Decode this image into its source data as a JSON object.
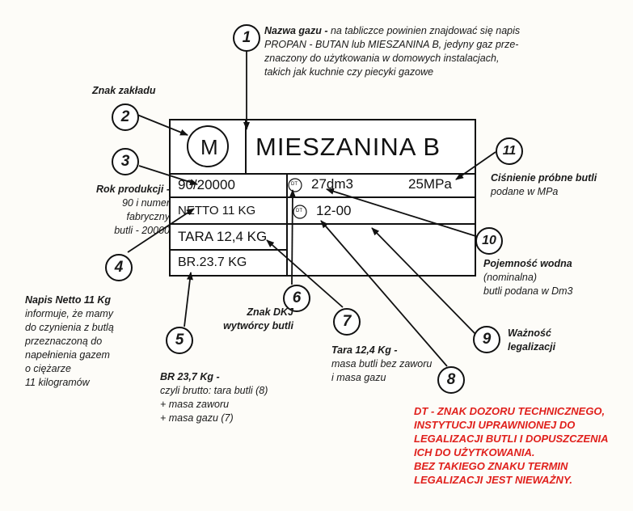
{
  "plate": {
    "logo_letter": "M",
    "gas_name": "MIESZANINA B",
    "row1_left": "90/20000",
    "dt1": "DT",
    "capacity": "27dm3",
    "pressure": "25MPa",
    "row2_left": "NETTO 11 KG",
    "dt2": "DT",
    "validity": "12-00",
    "row3_left": "TARA 12,4 KG",
    "row4_left": "BR.23.7 KG"
  },
  "callouts": {
    "c1": {
      "num": "1",
      "title": "Nazwa gazu -",
      "text1": " na tabliczce powinien znajdować się napis",
      "text2": "PROPAN - BUTAN lub MIESZANINA B, jedyny gaz prze-",
      "text3": "znaczony do użytkowania w domowych instalacjach,",
      "text4": "takich jak kuchnie czy piecyki gazowe"
    },
    "c2": {
      "num": "2",
      "title": "Znak zakładu"
    },
    "c3": {
      "num": "3",
      "title": "Rok produkcji -",
      "text1": "90 i numer",
      "text2": "fabryczny",
      "text3": "butli - 20000"
    },
    "c4": {
      "num": "4",
      "title": "Napis Netto 11 Kg",
      "text1": "informuje, że mamy",
      "text2": "do czynienia z butlą",
      "text3": "przeznaczoną do",
      "text4": "napełnienia gazem",
      "text5": "o ciężarze",
      "text6": "11 kilogramów"
    },
    "c5": {
      "num": "5",
      "title": "BR 23,7 Kg -",
      "text1": "czyli brutto: tara butli (8)",
      "text2": "+ masa zaworu",
      "text3": "+ masa gazu (7)"
    },
    "c6": {
      "num": "6",
      "title1": "Znak DKJ",
      "title2": "wytwórcy butli"
    },
    "c7": {
      "num": "7",
      "title": "Tara 12,4 Kg -",
      "text1": "masa butli bez zaworu",
      "text2": "i masa gazu"
    },
    "c8": {
      "num": "8"
    },
    "c9": {
      "num": "9",
      "title1": "Ważność",
      "title2": "legalizacji"
    },
    "c10": {
      "num": "10",
      "title": "Pojemność wodna",
      "text1": "(nominalna)",
      "text2": "butli podana w Dm3"
    },
    "c11": {
      "num": "11",
      "title": "Ciśnienie próbne butli",
      "text1": "podane w MPa"
    }
  },
  "note": {
    "line1": "DT - ZNAK DOZORU TECHNICZNEGO,",
    "line2": "INSTYTUCJI UPRAWNIONEJ DO",
    "line3": "LEGALIZACJI BUTLI I DOPUSZCZENIA",
    "line4": "ICH DO UŻYTKOWANIA.",
    "line5": "BEZ TAKIEGO ZNAKU TERMIN",
    "line6": "LEGALIZACJI JEST NIEWAŻNY."
  },
  "colors": {
    "note": "#e0201c",
    "ink": "#111111"
  }
}
